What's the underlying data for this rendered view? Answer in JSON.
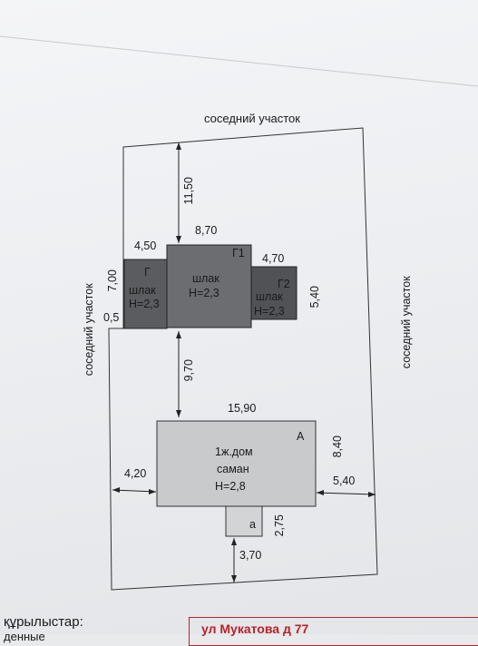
{
  "plan": {
    "neighbor_top": "соседний участок",
    "neighbor_left": "соседний участок",
    "neighbor_right": "соседний участок",
    "dims": {
      "top_gap": "11,50",
      "g1_width": "8,70",
      "g_width": "4,50",
      "g2_width": "4,70",
      "g_height": "7,00",
      "g2_height": "5,40",
      "left_offset_small": "0,5",
      "mid_gap": "9,70",
      "house_width": "15,90",
      "house_height": "8,40",
      "house_left": "4,20",
      "house_right": "5,40",
      "annex_height": "2,75",
      "annex_bottom": "3,70"
    },
    "blocks": {
      "g": {
        "tag": "Г",
        "material": "шлак",
        "height": "H=2,3"
      },
      "g1": {
        "tag": "Г1",
        "material": "шлак",
        "height": "H=2,3"
      },
      "g2": {
        "tag": "Г2",
        "material": "шлак",
        "height": "H=2,3"
      },
      "house": {
        "tag": "А",
        "line1": "1ж.дом",
        "line2": "саман",
        "line3": "H=2,8"
      },
      "annex": {
        "tag": "а"
      }
    }
  },
  "footer": {
    "left_label": "құрылыстар:",
    "left_partial": "денные",
    "right_partial": "ул Мукатова д 77"
  }
}
